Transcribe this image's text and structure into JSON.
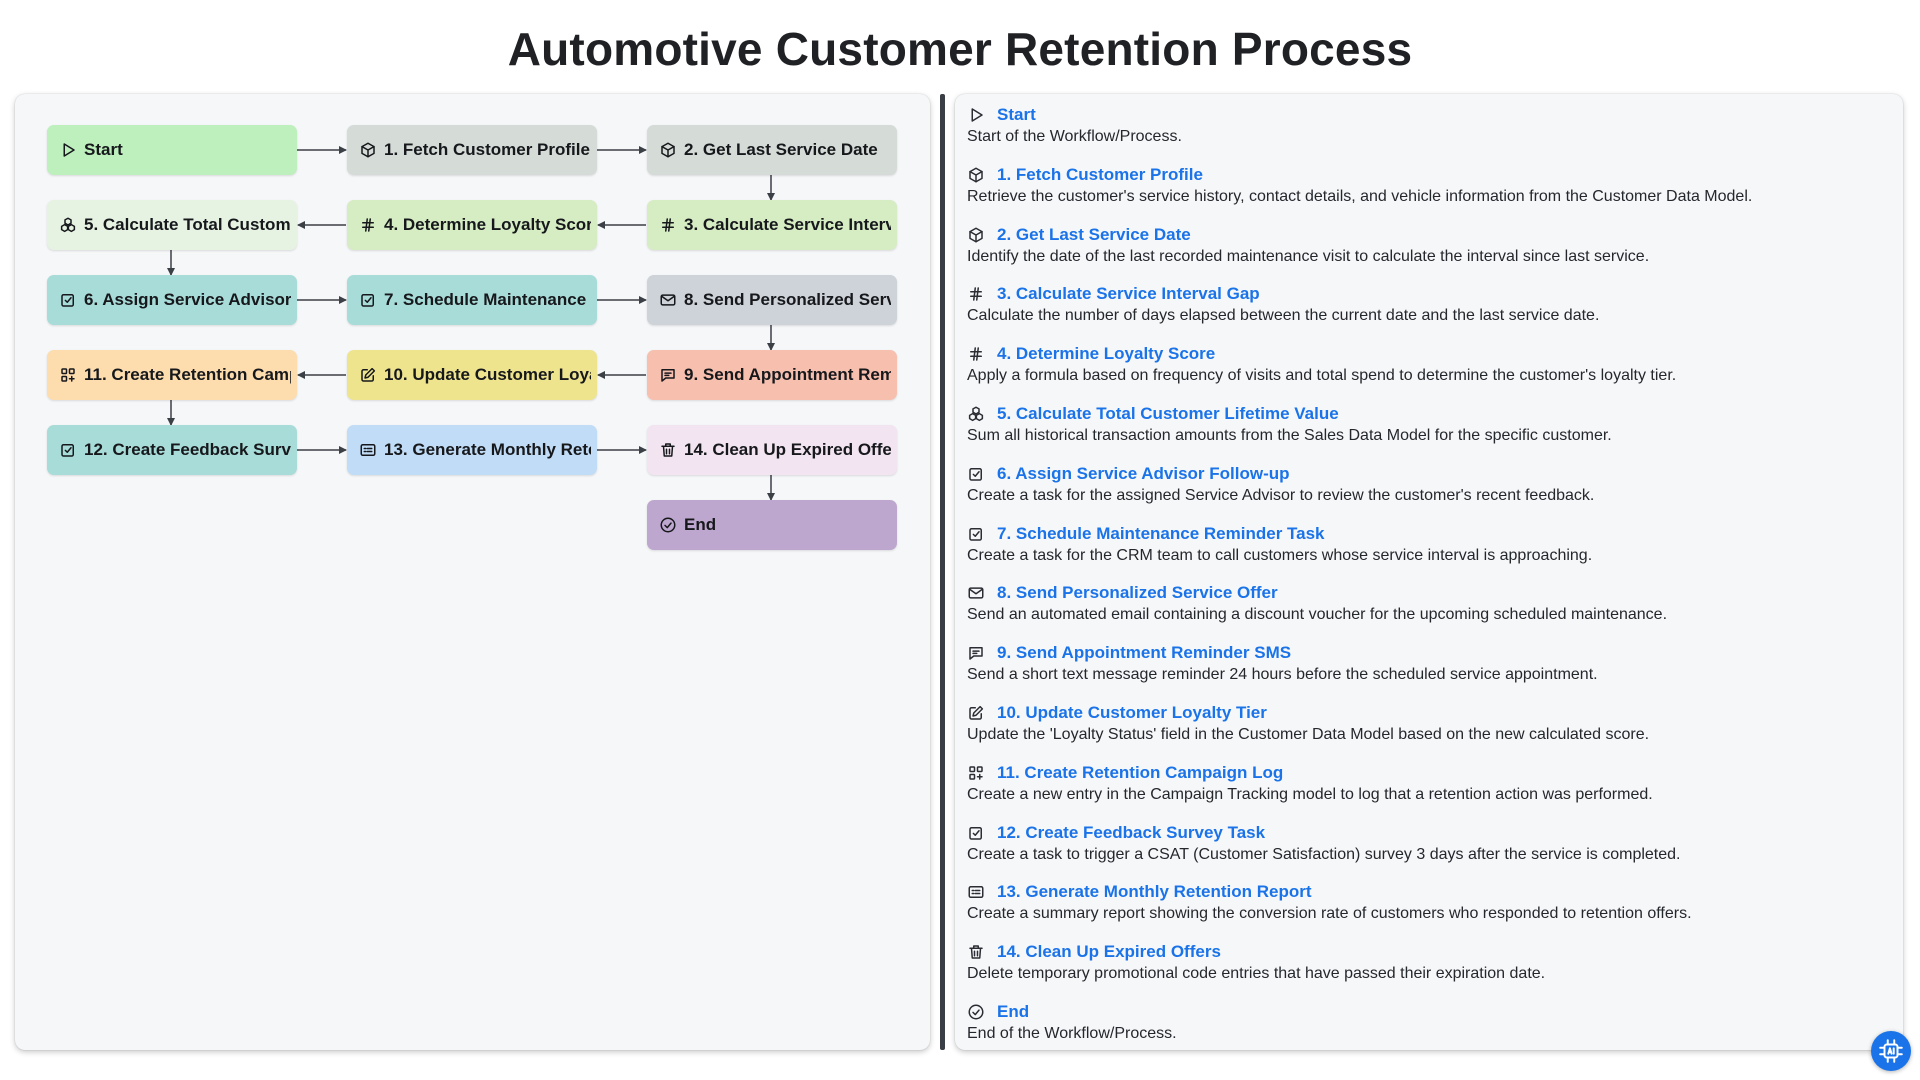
{
  "title": "Automotive Customer Retention Process",
  "nodes": [
    {
      "id": "start",
      "label": "Start",
      "icon": "play-icon",
      "color": "#bdf0bd"
    },
    {
      "id": "n1",
      "label": "1. Fetch Customer Profile",
      "icon": "cube-icon",
      "color": "#d5dbd6"
    },
    {
      "id": "n2",
      "label": "2. Get Last Service Date",
      "icon": "cube-icon",
      "color": "#d5dbd6"
    },
    {
      "id": "n3",
      "label": "3. Calculate Service Interval Gap",
      "icon": "hash-icon",
      "color": "#d6ecc2"
    },
    {
      "id": "n4",
      "label": "4. Determine Loyalty Score",
      "icon": "hash-icon",
      "color": "#d6ecc2"
    },
    {
      "id": "n5",
      "label": "5. Calculate Total Customer Lifetime Value",
      "icon": "cubes-icon",
      "color": "#e6f3e2"
    },
    {
      "id": "n6",
      "label": "6. Assign Service Advisor Follow-up",
      "icon": "checkbox-icon",
      "color": "#a8dcd8"
    },
    {
      "id": "n7",
      "label": "7. Schedule Maintenance Reminder Task",
      "icon": "checkbox-icon",
      "color": "#a8dcd8"
    },
    {
      "id": "n8",
      "label": "8. Send Personalized Service Offer",
      "icon": "mail-icon",
      "color": "#cdd3d8"
    },
    {
      "id": "n9",
      "label": "9. Send Appointment Reminder SMS",
      "icon": "message-icon",
      "color": "#f7bfae"
    },
    {
      "id": "n10",
      "label": "10. Update Customer Loyalty Tier",
      "icon": "edit-icon",
      "color": "#eee48e"
    },
    {
      "id": "n11",
      "label": "11. Create Retention Campaign Log",
      "icon": "grid-add-icon",
      "color": "#fddcae"
    },
    {
      "id": "n12",
      "label": "12. Create Feedback Survey Task",
      "icon": "checkbox-icon",
      "color": "#a8dcd8"
    },
    {
      "id": "n13",
      "label": "13. Generate Monthly Retention Report",
      "icon": "report-icon",
      "color": "#c1dcf6"
    },
    {
      "id": "n14",
      "label": "14. Clean Up Expired Offers",
      "icon": "trash-icon",
      "color": "#f2e4f0"
    },
    {
      "id": "end",
      "label": "End",
      "icon": "check-circle-icon",
      "color": "#bea7cf"
    }
  ],
  "steps": [
    {
      "title": "Start",
      "icon": "play-icon",
      "desc": "Start of the Workflow/Process."
    },
    {
      "title": "1. Fetch Customer Profile",
      "icon": "cube-icon",
      "desc": "Retrieve the customer's service history, contact details, and vehicle information from the Customer Data Model."
    },
    {
      "title": "2. Get Last Service Date",
      "icon": "cube-icon",
      "desc": "Identify the date of the last recorded maintenance visit to calculate the interval since last service."
    },
    {
      "title": "3. Calculate Service Interval Gap",
      "icon": "hash-icon",
      "desc": "Calculate the number of days elapsed between the current date and the last service date."
    },
    {
      "title": "4. Determine Loyalty Score",
      "icon": "hash-icon",
      "desc": "Apply a formula based on frequency of visits and total spend to determine the customer's loyalty tier."
    },
    {
      "title": "5. Calculate Total Customer Lifetime Value",
      "icon": "cubes-icon",
      "desc": "Sum all historical transaction amounts from the Sales Data Model for the specific customer."
    },
    {
      "title": "6. Assign Service Advisor Follow-up",
      "icon": "checkbox-icon",
      "desc": "Create a task for the assigned Service Advisor to review the customer's recent feedback."
    },
    {
      "title": "7. Schedule Maintenance Reminder Task",
      "icon": "checkbox-icon",
      "desc": "Create a task for the CRM team to call customers whose service interval is approaching."
    },
    {
      "title": "8. Send Personalized Service Offer",
      "icon": "mail-icon",
      "desc": "Send an automated email containing a discount voucher for the upcoming scheduled maintenance."
    },
    {
      "title": "9. Send Appointment Reminder SMS",
      "icon": "message-icon",
      "desc": "Send a short text message reminder 24 hours before the scheduled service appointment."
    },
    {
      "title": "10. Update Customer Loyalty Tier",
      "icon": "edit-icon",
      "desc": "Update the 'Loyalty Status' field in the Customer Data Model based on the new calculated score."
    },
    {
      "title": "11. Create Retention Campaign Log",
      "icon": "grid-add-icon",
      "desc": "Create a new entry in the Campaign Tracking model to log that a retention action was performed."
    },
    {
      "title": "12. Create Feedback Survey Task",
      "icon": "checkbox-icon",
      "desc": "Create a task to trigger a CSAT (Customer Satisfaction) survey 3 days after the service is completed."
    },
    {
      "title": "13. Generate Monthly Retention Report",
      "icon": "report-icon",
      "desc": "Create a summary report showing the conversion rate of customers who responded to retention offers."
    },
    {
      "title": "14. Clean Up Expired Offers",
      "icon": "trash-icon",
      "desc": "Delete temporary promotional code entries that have passed their expiration date."
    },
    {
      "title": "End",
      "icon": "check-circle-icon",
      "desc": "End of the Workflow/Process."
    }
  ],
  "fab_icon": "ai-chip-icon"
}
